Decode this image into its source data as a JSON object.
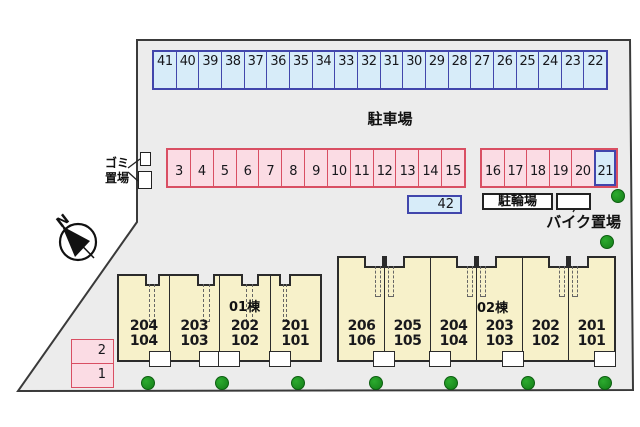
{
  "labels": {
    "parking_lot": "駐車場",
    "bicycle_parking": "駐輪場",
    "motorcycle_area": "バイク置場",
    "trash_line1": "ゴミ",
    "trash_line2": "置場",
    "north": "N"
  },
  "parking": {
    "top_row": [
      "41",
      "40",
      "39",
      "38",
      "37",
      "36",
      "35",
      "34",
      "33",
      "32",
      "31",
      "30",
      "29",
      "28",
      "27",
      "26",
      "25",
      "24",
      "23",
      "22"
    ],
    "middle_row": [
      "3",
      "4",
      "5",
      "6",
      "7",
      "8",
      "9",
      "10",
      "11",
      "12",
      "13",
      "14",
      "15"
    ],
    "right_row": [
      {
        "label": "16",
        "type": "pink"
      },
      {
        "label": "17",
        "type": "pink"
      },
      {
        "label": "18",
        "type": "pink"
      },
      {
        "label": "19",
        "type": "pink"
      },
      {
        "label": "20",
        "type": "pink"
      },
      {
        "label": "21",
        "type": "blue"
      }
    ],
    "space_42": "42",
    "corner_spaces": [
      "2",
      "1"
    ]
  },
  "buildings": [
    {
      "name": "01棟",
      "units": [
        {
          "upper": "204",
          "lower": "104"
        },
        {
          "upper": "203",
          "lower": "103"
        },
        {
          "upper": "202",
          "lower": "102"
        },
        {
          "upper": "201",
          "lower": "101"
        }
      ]
    },
    {
      "name": "02棟",
      "units": [
        {
          "upper": "206",
          "lower": "106"
        },
        {
          "upper": "205",
          "lower": "105"
        },
        {
          "upper": "204",
          "lower": "104"
        },
        {
          "upper": "203",
          "lower": "103"
        },
        {
          "upper": "202",
          "lower": "102"
        },
        {
          "upper": "201",
          "lower": "101"
        }
      ]
    }
  ],
  "colors": {
    "site_fill": "#ececec",
    "boundary": "#3a3a3a",
    "blue_space_fill": "#d7ecf9",
    "blue_space_border": "#4146ac",
    "pink_space_fill": "#fbdce4",
    "pink_space_border": "#d94f63",
    "building_fill": "#f7f1ca",
    "tree_green": "#1d9a21"
  },
  "tree_count": 9
}
